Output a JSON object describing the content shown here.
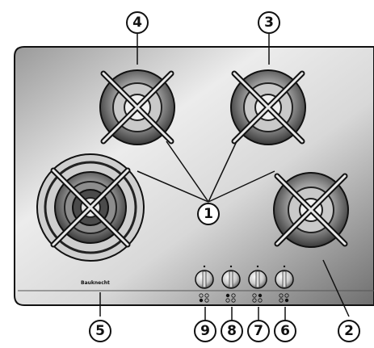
{
  "brand": "Bauknecht",
  "callouts": {
    "c1": "1",
    "c2": "2",
    "c3": "3",
    "c4": "4",
    "c5": "5",
    "c6": "6",
    "c7": "7",
    "c8": "8",
    "c9": "9"
  },
  "colors": {
    "panel_light": "#e4e4e4",
    "panel_dark": "#7a7a7a",
    "outline": "#111111",
    "burner_dark": "#2a2a2a"
  }
}
